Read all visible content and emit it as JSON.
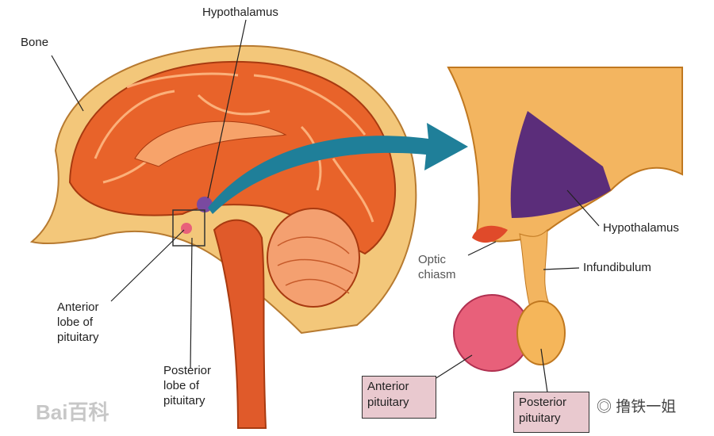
{
  "labels": {
    "bone": "Bone",
    "hypothalamus_top": "Hypothalamus",
    "anterior_lobe": [
      "Anterior",
      "lobe of",
      "pituitary"
    ],
    "posterior_lobe": [
      "Posterior",
      "lobe of",
      "pituitary"
    ],
    "optic_chiasm": [
      "Optic",
      "chiasm"
    ],
    "hypothalamus_right": "Hypothalamus",
    "infundibulum": "Infundibulum",
    "anterior_pituitary": [
      "Anterior",
      "pituitary"
    ],
    "posterior_pituitary": [
      "Posterior",
      "pituitary"
    ]
  },
  "watermarks": {
    "baidu": "Bai百科",
    "wechat": "撸铁一姐"
  },
  "colors": {
    "brain": "#e8632a",
    "bone": "#f3c77a",
    "hypothalamus": "#5b2d7a",
    "anterior_pituitary": "#e8607a",
    "arrow": "#1f7f99",
    "label_box": "#e9c9cf"
  }
}
